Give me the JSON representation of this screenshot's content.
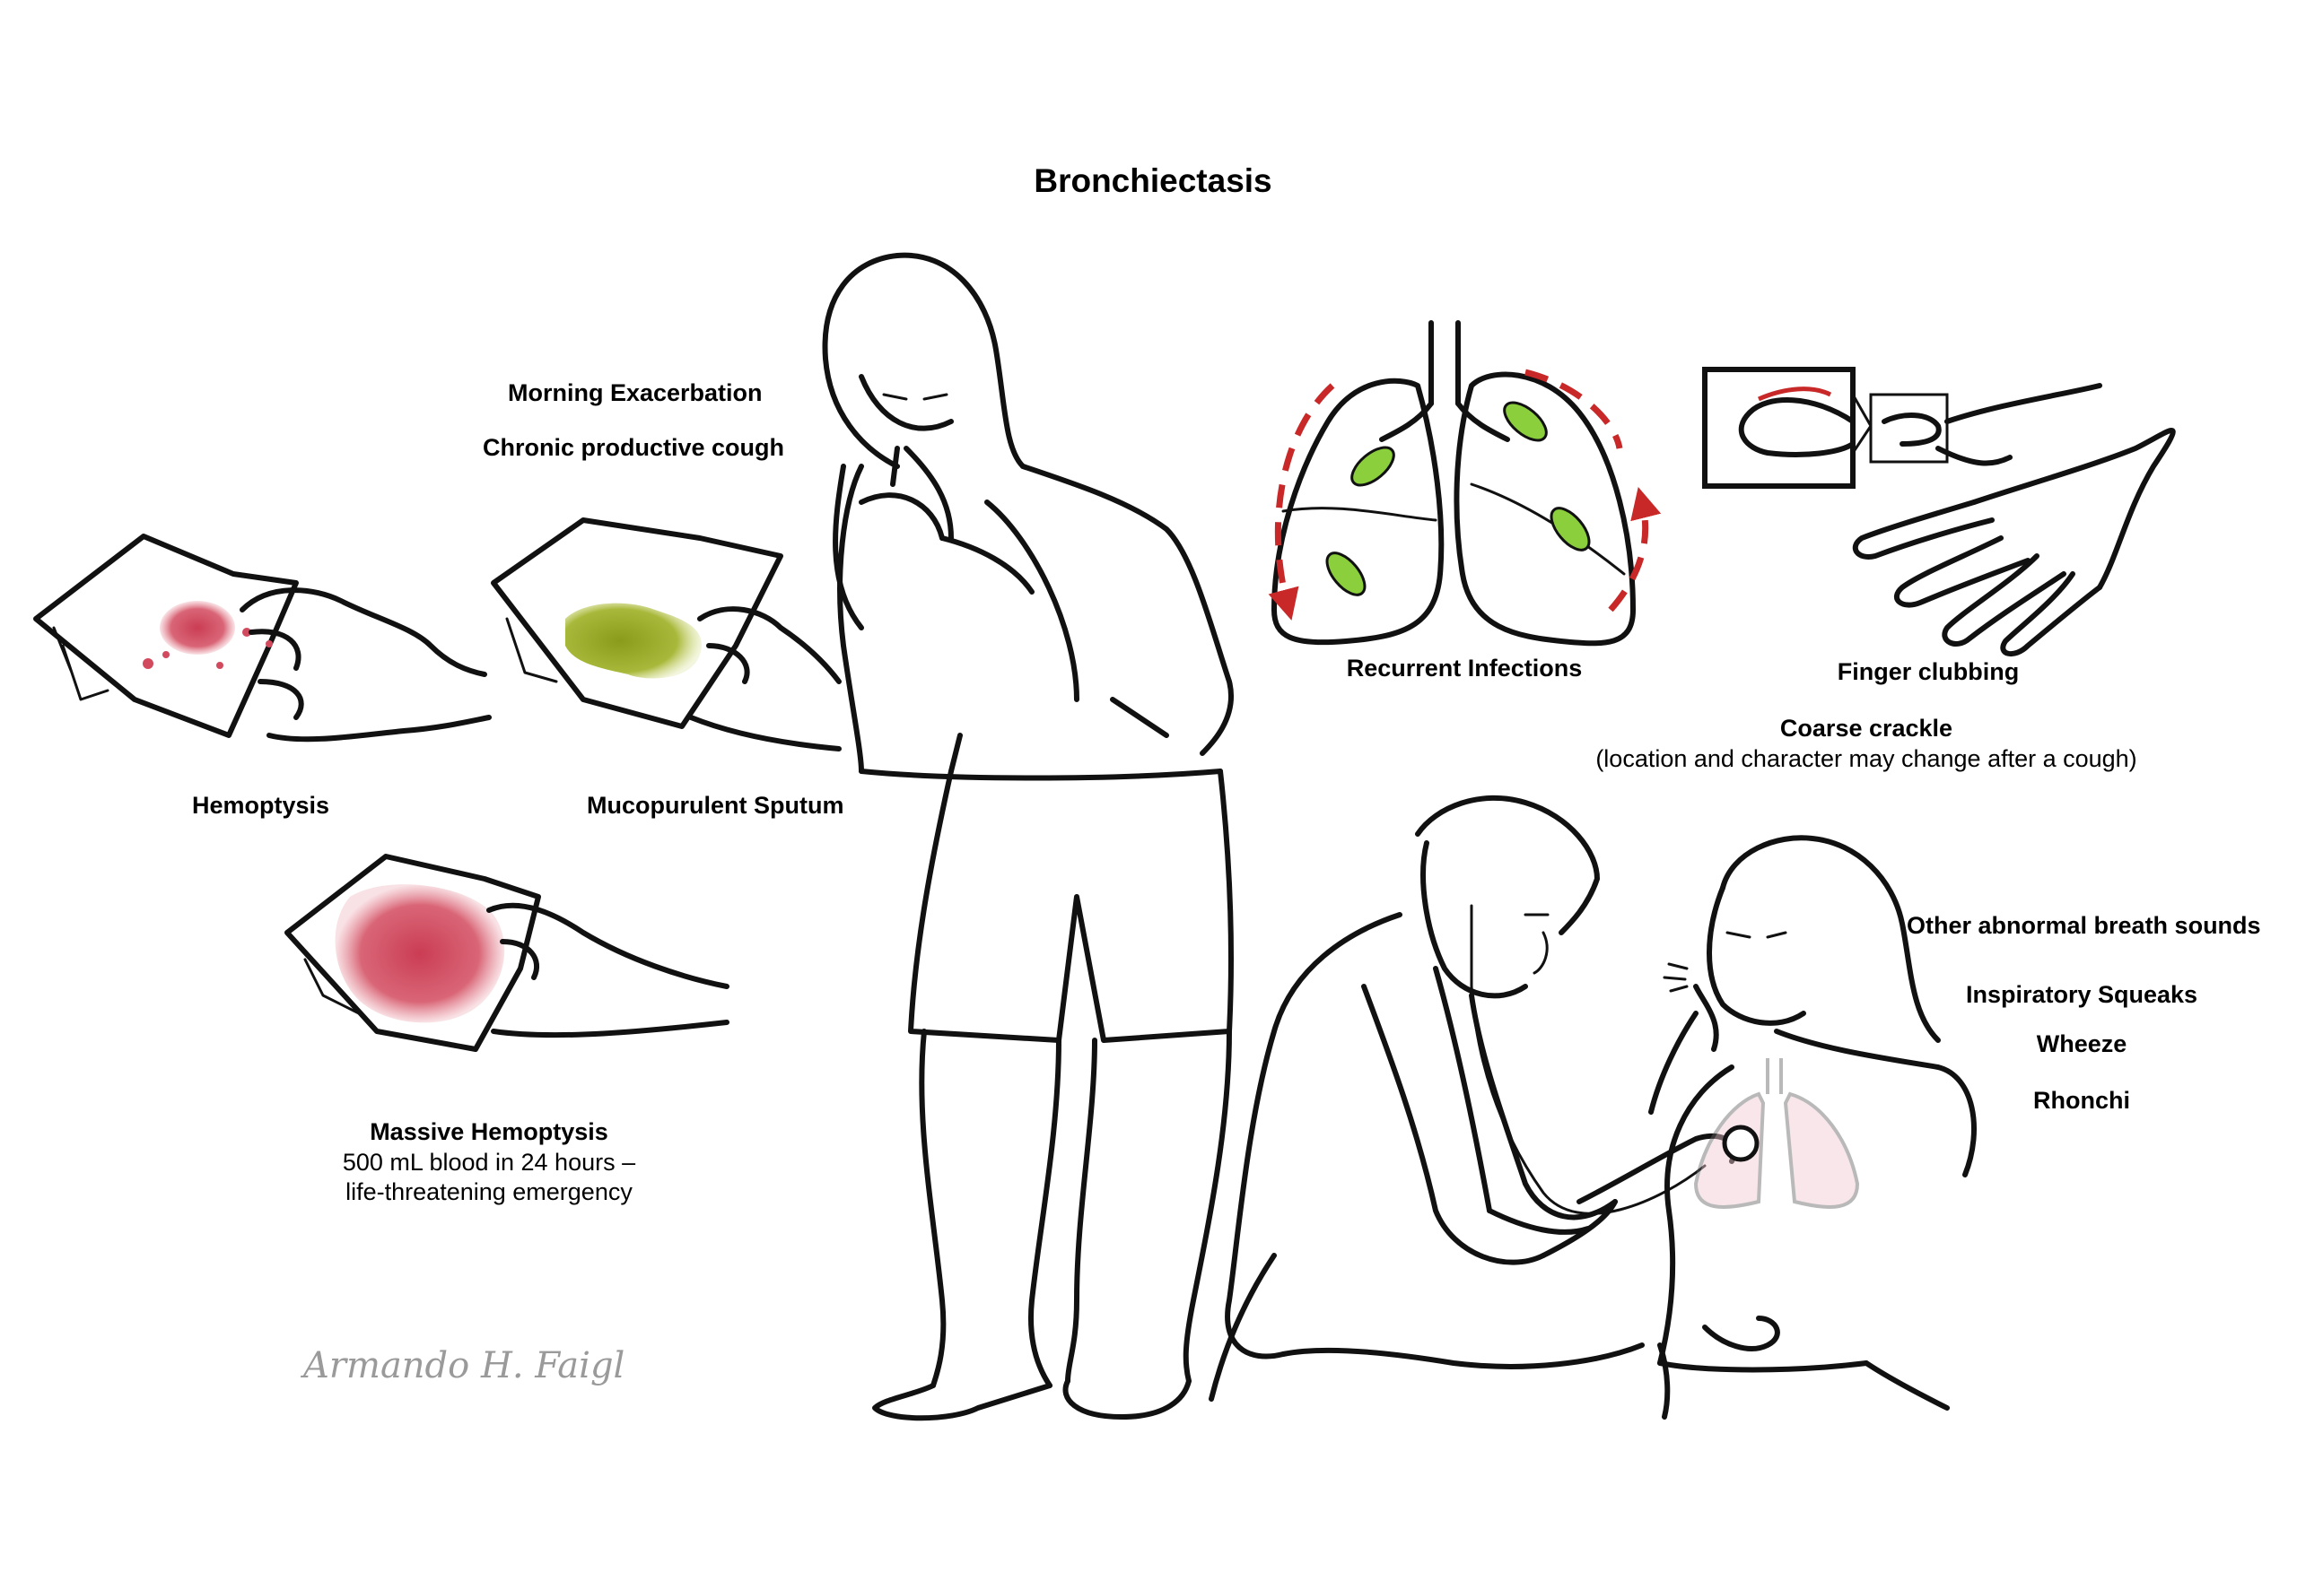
{
  "title": "Bronchiectasis",
  "labels": {
    "morning_exacerbation": "Morning Exacerbation",
    "chronic_cough": "Chronic productive cough",
    "hemoptysis": "Hemoptysis",
    "mucopurulent_sputum": "Mucopurulent Sputum",
    "massive_hemoptysis": "Massive Hemoptysis",
    "massive_hemoptysis_line1": "500 mL blood in 24 hours –",
    "massive_hemoptysis_line2": "life-threatening emergency",
    "recurrent_infections": "Recurrent Infections",
    "finger_clubbing": "Finger clubbing",
    "coarse_crackle": "Coarse crackle",
    "coarse_crackle_note": "(location and character may change after a cough)",
    "other_sounds": "Other abnormal breath sounds",
    "inspiratory_squeaks": "Inspiratory Squeaks",
    "wheeze": "Wheeze",
    "rhonchi": "Rhonchi"
  },
  "signature": "Armando H. Faigl",
  "colors": {
    "line": "#111111",
    "blood": "#c8324a",
    "sputum": "#9aaa2a",
    "lung_fill": "#f0cad2",
    "bacteria": "#8ccf3c",
    "arrow": "#c82828",
    "signature": "#9a9a9a"
  }
}
